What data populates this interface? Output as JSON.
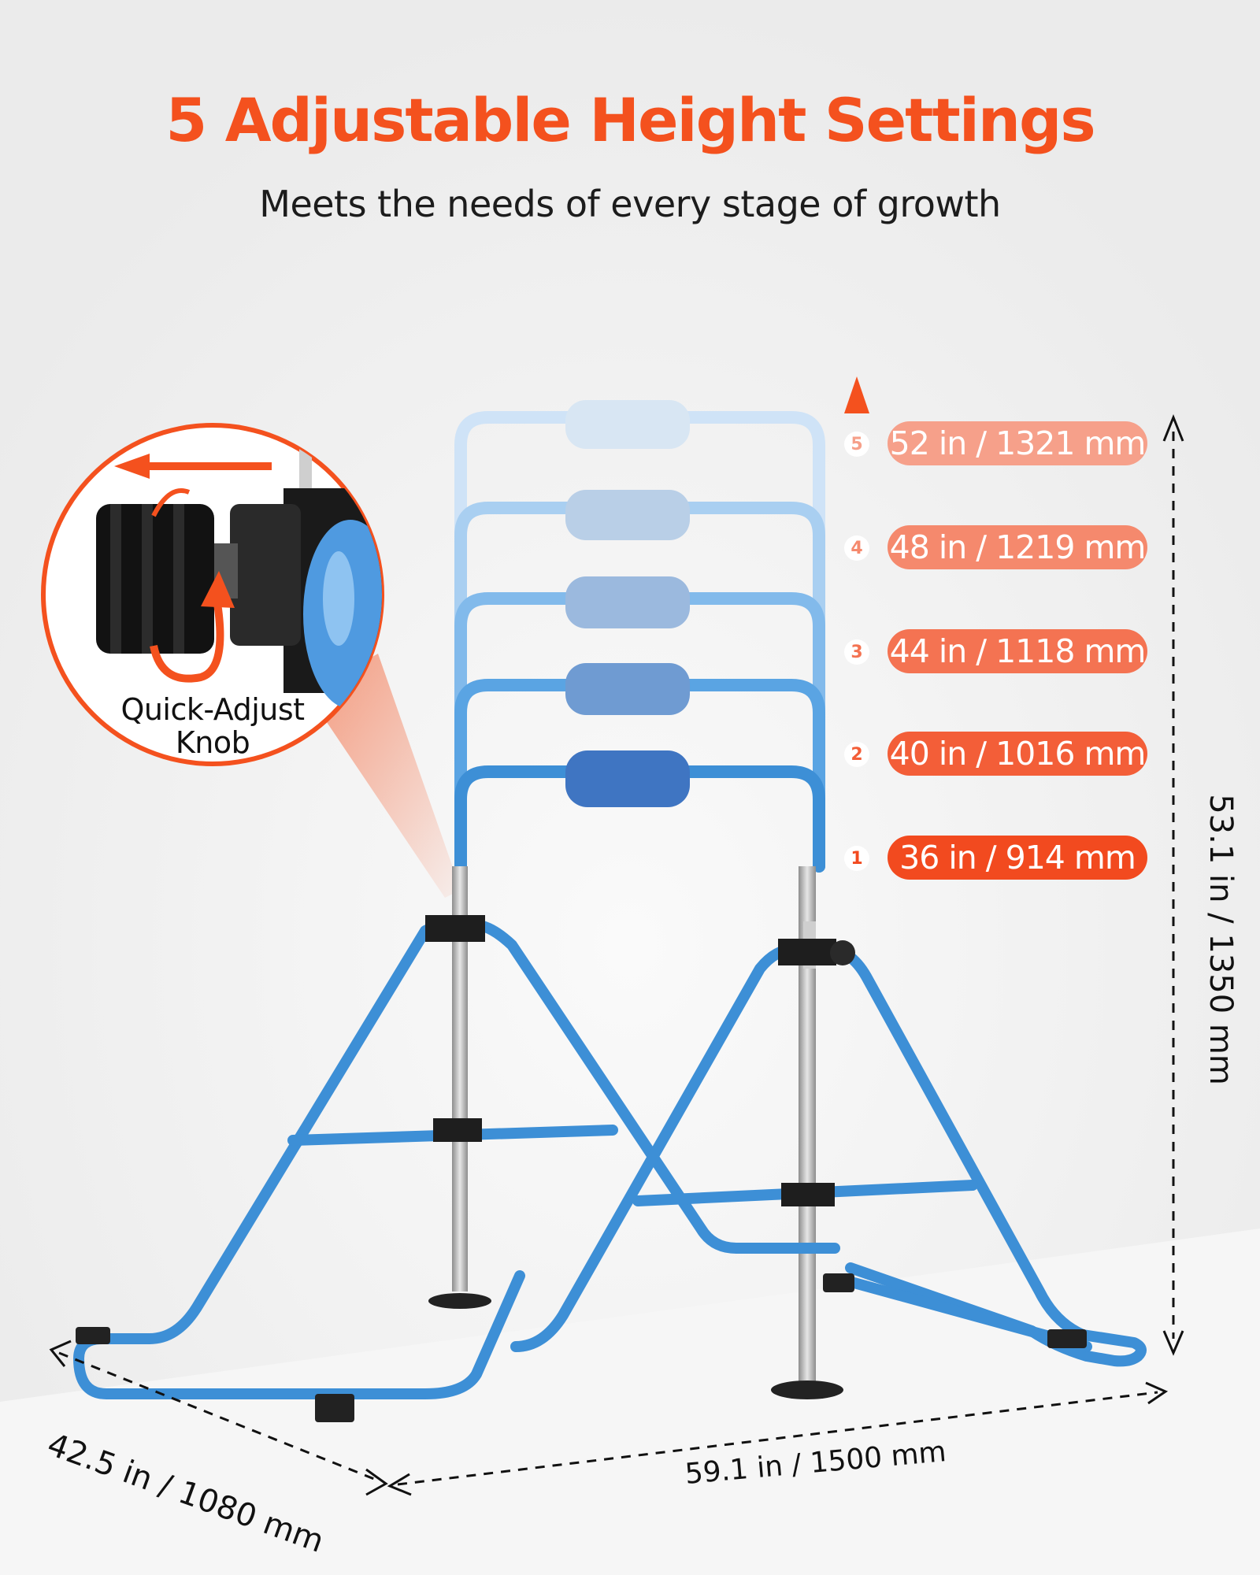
{
  "header": {
    "title": "5 Adjustable Height Settings",
    "subtitle": "Meets the needs of every stage of growth"
  },
  "callout": {
    "label_line1": "Quick-Adjust",
    "label_line2": "Knob"
  },
  "height_settings": [
    {
      "number": "5",
      "label": "52 in / 1321 mm",
      "color": "#f6a08a"
    },
    {
      "number": "4",
      "label": "48 in / 1219 mm",
      "color": "#f5896d"
    },
    {
      "number": "3",
      "label": "44 in / 1118 mm",
      "color": "#f47352"
    },
    {
      "number": "2",
      "label": "40 in / 1016 mm",
      "color": "#f35e38"
    },
    {
      "number": "1",
      "label": "36 in / 914 mm",
      "color": "#f24a1f"
    }
  ],
  "dimensions": {
    "height": "53.1 in / 1350 mm",
    "depth": "42.5 in / 1080 mm",
    "width": "59.1 in / 1500 mm"
  },
  "colors": {
    "accent": "#f4511e",
    "frame": "#3d8fd6",
    "background": "#f1f1f1"
  }
}
